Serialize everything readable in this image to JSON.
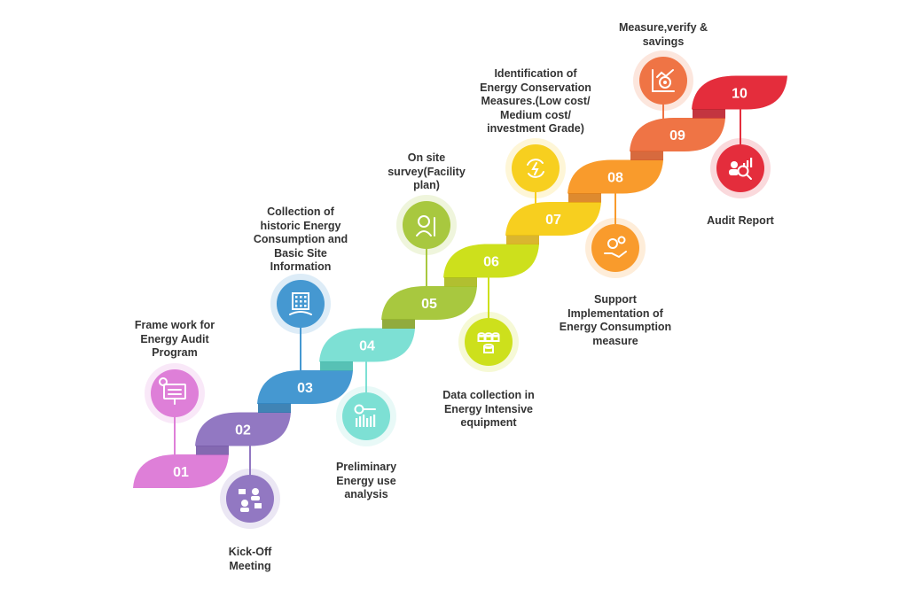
{
  "title": "Energy Audit Process",
  "steps": [
    {
      "number": "01",
      "label": [
        "Frame work for",
        "Energy Audit",
        "Program"
      ],
      "color": "#de7fd8",
      "dark": "#b94fb3",
      "icon": "presentation-board-icon"
    },
    {
      "number": "02",
      "label": [
        "Kick-Off",
        "Meeting"
      ],
      "color": "#9278c2",
      "dark": "#6f4fa3",
      "icon": "meeting-people-icon"
    },
    {
      "number": "03",
      "label": [
        "Collection of",
        "historic Energy",
        "Consumption and",
        "Basic Site",
        "Information"
      ],
      "color": "#4598d1",
      "dark": "#1f6fa8",
      "icon": "building-data-icon"
    },
    {
      "number": "04",
      "label": [
        "Preliminary",
        "Energy use",
        "analysis"
      ],
      "color": "#7de0d4",
      "dark": "#3ab6a8",
      "icon": "energy-analysis-icon"
    },
    {
      "number": "05",
      "label": [
        "On site",
        "survey(Facility",
        "plan)"
      ],
      "color": "#a8c83f",
      "dark": "#7e9c1c",
      "icon": "surveyor-icon"
    },
    {
      "number": "06",
      "label": [
        "Data collection in",
        "Energy Intensive",
        "equipment"
      ],
      "color": "#cde01c",
      "dark": "#a3b40c",
      "icon": "database-icon"
    },
    {
      "number": "07",
      "label": [
        "Identification of",
        "Energy Conservation",
        "Measures.(Low cost/",
        "Medium cost/",
        "investment Grade)"
      ],
      "color": "#f7cf1f",
      "dark": "#d3a90a",
      "icon": "recycle-energy-icon"
    },
    {
      "number": "08",
      "label": [
        "Support",
        "Implementation of",
        "Energy Consumption",
        "measure"
      ],
      "color": "#f99b2c",
      "dark": "#d8760b",
      "icon": "gears-hand-icon"
    },
    {
      "number": "09",
      "label": [
        "Measure,verify &",
        "savings"
      ],
      "color": "#ef7445",
      "dark": "#d0501c",
      "icon": "target-chart-icon"
    },
    {
      "number": "10",
      "label": [
        "Audit Report"
      ],
      "color": "#e42d3c",
      "dark": "#b9121f",
      "icon": "report-search-icon"
    }
  ]
}
